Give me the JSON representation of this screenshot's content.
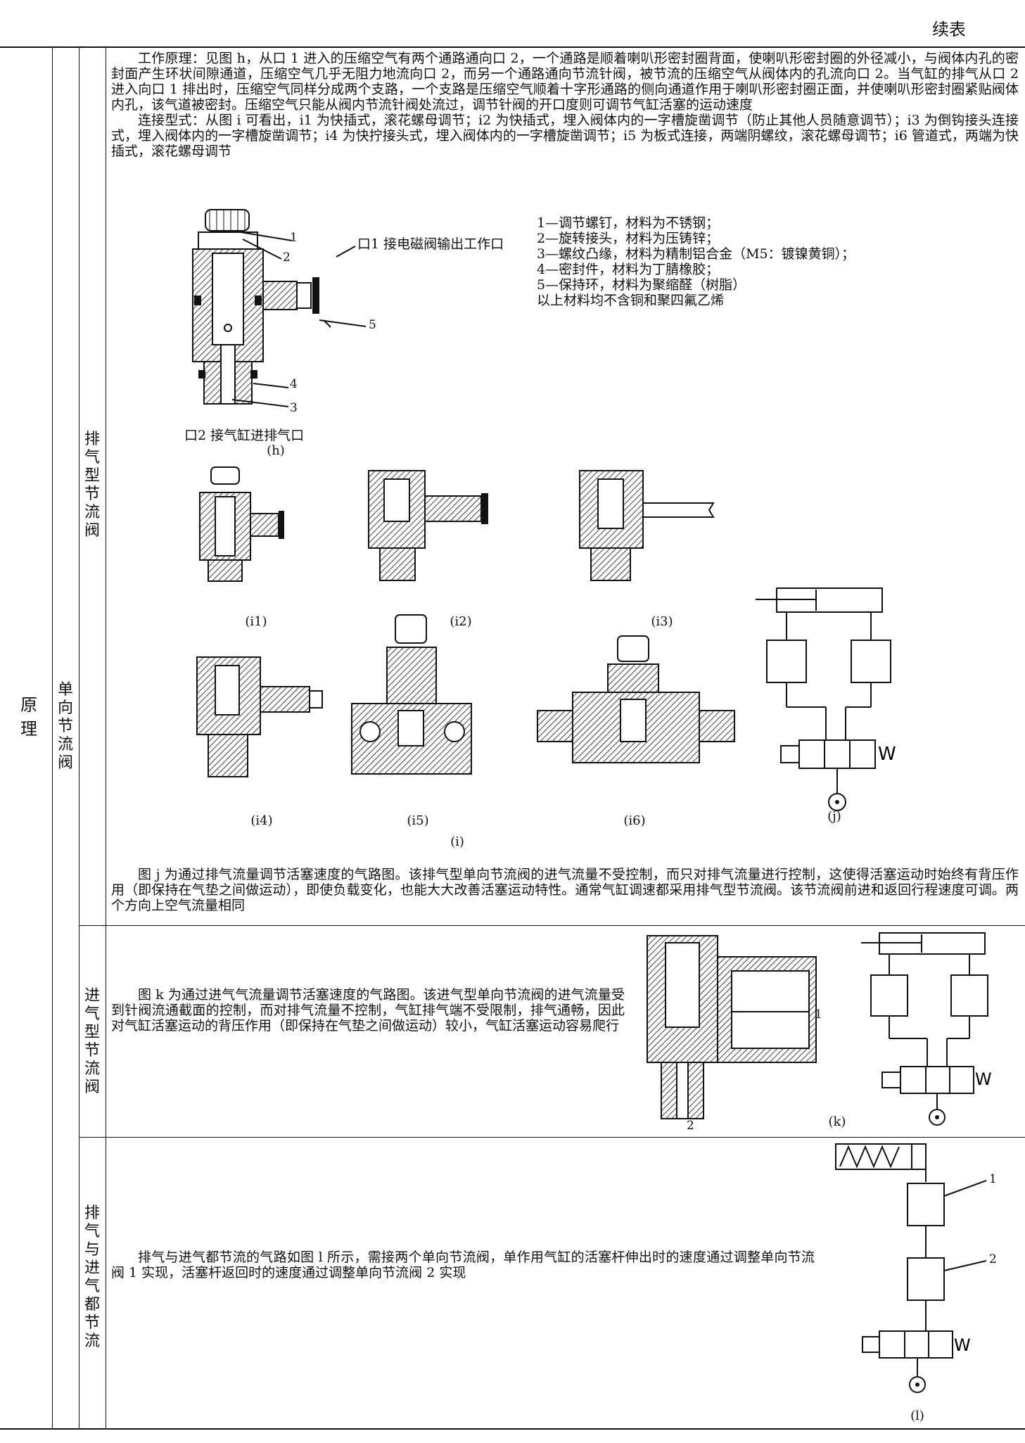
{
  "header": {
    "continued": "续表"
  },
  "left_column": {
    "category": "原　理"
  },
  "section_one_way": {
    "title": "单向节流阀"
  },
  "section_exhaust": {
    "title": "排气型节流阀",
    "paragraph1": "工作原理：见图 h，从口 1 进入的压缩空气有两个通路通向口 2，一个通路是顺着喇叭形密封圈背面，使喇叭形密封圈的外径减小，与阀体内孔的密封面产生环状间隙通道，压缩空气几乎无阻力地流向口 2，而另一个通路通向节流针阀，被节流的压缩空气从阀体内的孔流向口 2。当气缸的排气从口 2 进入向口 1 排出时，压缩空气同样分成两个支路，一个支路是压缩空气顺着十字形通路的侧向通道作用于喇叭形密封圈正面，并使喇叭形密封圈紧贴阀体内孔，该气道被密封。压缩空气只能从阀内节流针阀处流过，调节针阀的开口度则可调节气缸活塞的运动速度",
    "paragraph2": "连接型式：从图 i 可看出，i1 为快插式，滚花螺母调节；i2 为快插式，埋入阀体内的一字槽旋凿调节（防止其他人员随意调节）；i3 为倒钩接头连接式，埋入阀体内的一字槽旋凿调节；i4 为快拧接头式，埋入阀体内的一字槽旋凿调节；i5 为板式连接，两端阴螺纹，滚花螺母调节；i6 管道式，两端为快插式，滚花螺母调节",
    "fig_h": {
      "port1": "口1 接电磁阀输出工作口",
      "port2": "口2 接气缸进排气口",
      "caption": "(h)",
      "callouts": [
        "1",
        "2",
        "3",
        "4",
        "5"
      ]
    },
    "legend": [
      "1—调节螺钉，材料为不锈钢；",
      "2—旋转接头，材料为压铸锌；",
      "3—螺纹凸缘，材料为精制铝合金（M5：镀镍黄铜）；",
      "4—密封件，材料为丁腈橡胶；",
      "5—保持环，材料为聚缩醛（树脂）",
      "以上材料均不含铜和聚四氟乙烯"
    ],
    "fig_i_captions": [
      "(i1)",
      "(i2)",
      "(i3)",
      "(i4)",
      "(i5)",
      "(i6)"
    ],
    "fig_i_caption": "(i)",
    "fig_j_caption": "(j)",
    "paragraph3": "图 j 为通过排气流量调节活塞速度的气路图。该排气型单向节流阀的进气流量不受控制，而只对排气流量进行控制，这使得活塞运动时始终有背压作用（即保持在气垫之间做运动），即使负载变化，也能大大改善活塞运动特性。通常气缸调速都采用排气型节流阀。该节流阀前进和返回行程速度可调。两个方向上空气流量相同"
  },
  "section_intake": {
    "title": "进气型节流阀",
    "paragraph": "图 k 为通过进气气流量调节活塞速度的气路图。该进气型单向节流阀的进气流量受到针阀流通截面的控制，而对排气流量不控制，气缸排气端不受限制，排气通畅，因此对气缸活塞运动的背压作用（即保持在气垫之间做运动）较小，气缸活塞运动容易爬行",
    "callout1": "1",
    "callout2": "2",
    "caption": "(k)"
  },
  "section_both": {
    "title": "排气与进气都节流",
    "paragraph": "排气与进气都节流的气路如图 l 所示，需接两个单向节流阀，单作用气缸的活塞杆伸出时的速度通过调整单向节流阀 1 实现，活塞杆返回时的速度通过调整单向节流阀 2 实现",
    "callout1": "1",
    "callout2": "2",
    "caption": "(l)"
  }
}
